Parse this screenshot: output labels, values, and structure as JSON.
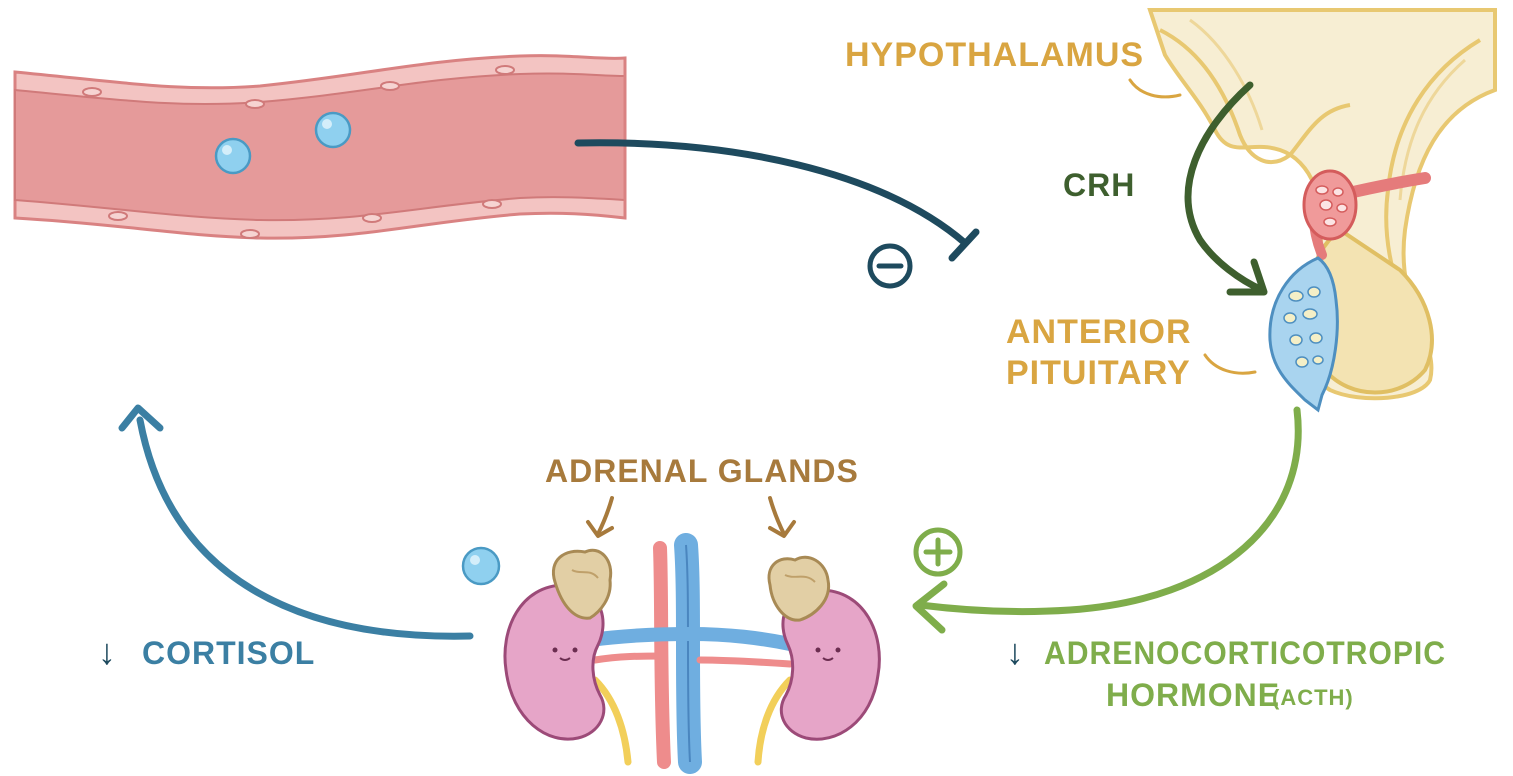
{
  "labels": {
    "hypothalamus": "HYPOTHALAMUS",
    "crh": "CRH",
    "anterior_pituitary_line1": "ANTERIOR",
    "anterior_pituitary_line2": "PITUITARY",
    "adrenal_glands": "ADRENAL GLANDS",
    "cortisol": "CORTISOL",
    "acth_line1": "ADRENOCORTICOTROPIC",
    "acth_line2": "HORMONE",
    "acth_abbrev": "(ACTH)",
    "down_arrow": "↓",
    "minus_sign": "−",
    "plus_sign": "+"
  },
  "colors": {
    "label_gold": "#d9a541",
    "crh_green": "#3e5f2e",
    "acth_green": "#7fad4b",
    "cortisol_blue": "#3b7fa3",
    "inhibit_navy": "#1e4a5e",
    "adrenal_label_brown": "#a77a3c",
    "vessel_pink": "#e59a9a",
    "vessel_wall": "#f3c4c2",
    "cortisol_molecule": "#8fd0ef",
    "kidney": "#e6a5c8",
    "adrenal_gland": "#e2cfa5",
    "vein_blue": "#6faee0",
    "artery_red": "#ee8c8c",
    "ureter_yellow": "#f2cf5a",
    "brain_cream": "#f7eed3",
    "brain_outline": "#e8c871"
  }
}
